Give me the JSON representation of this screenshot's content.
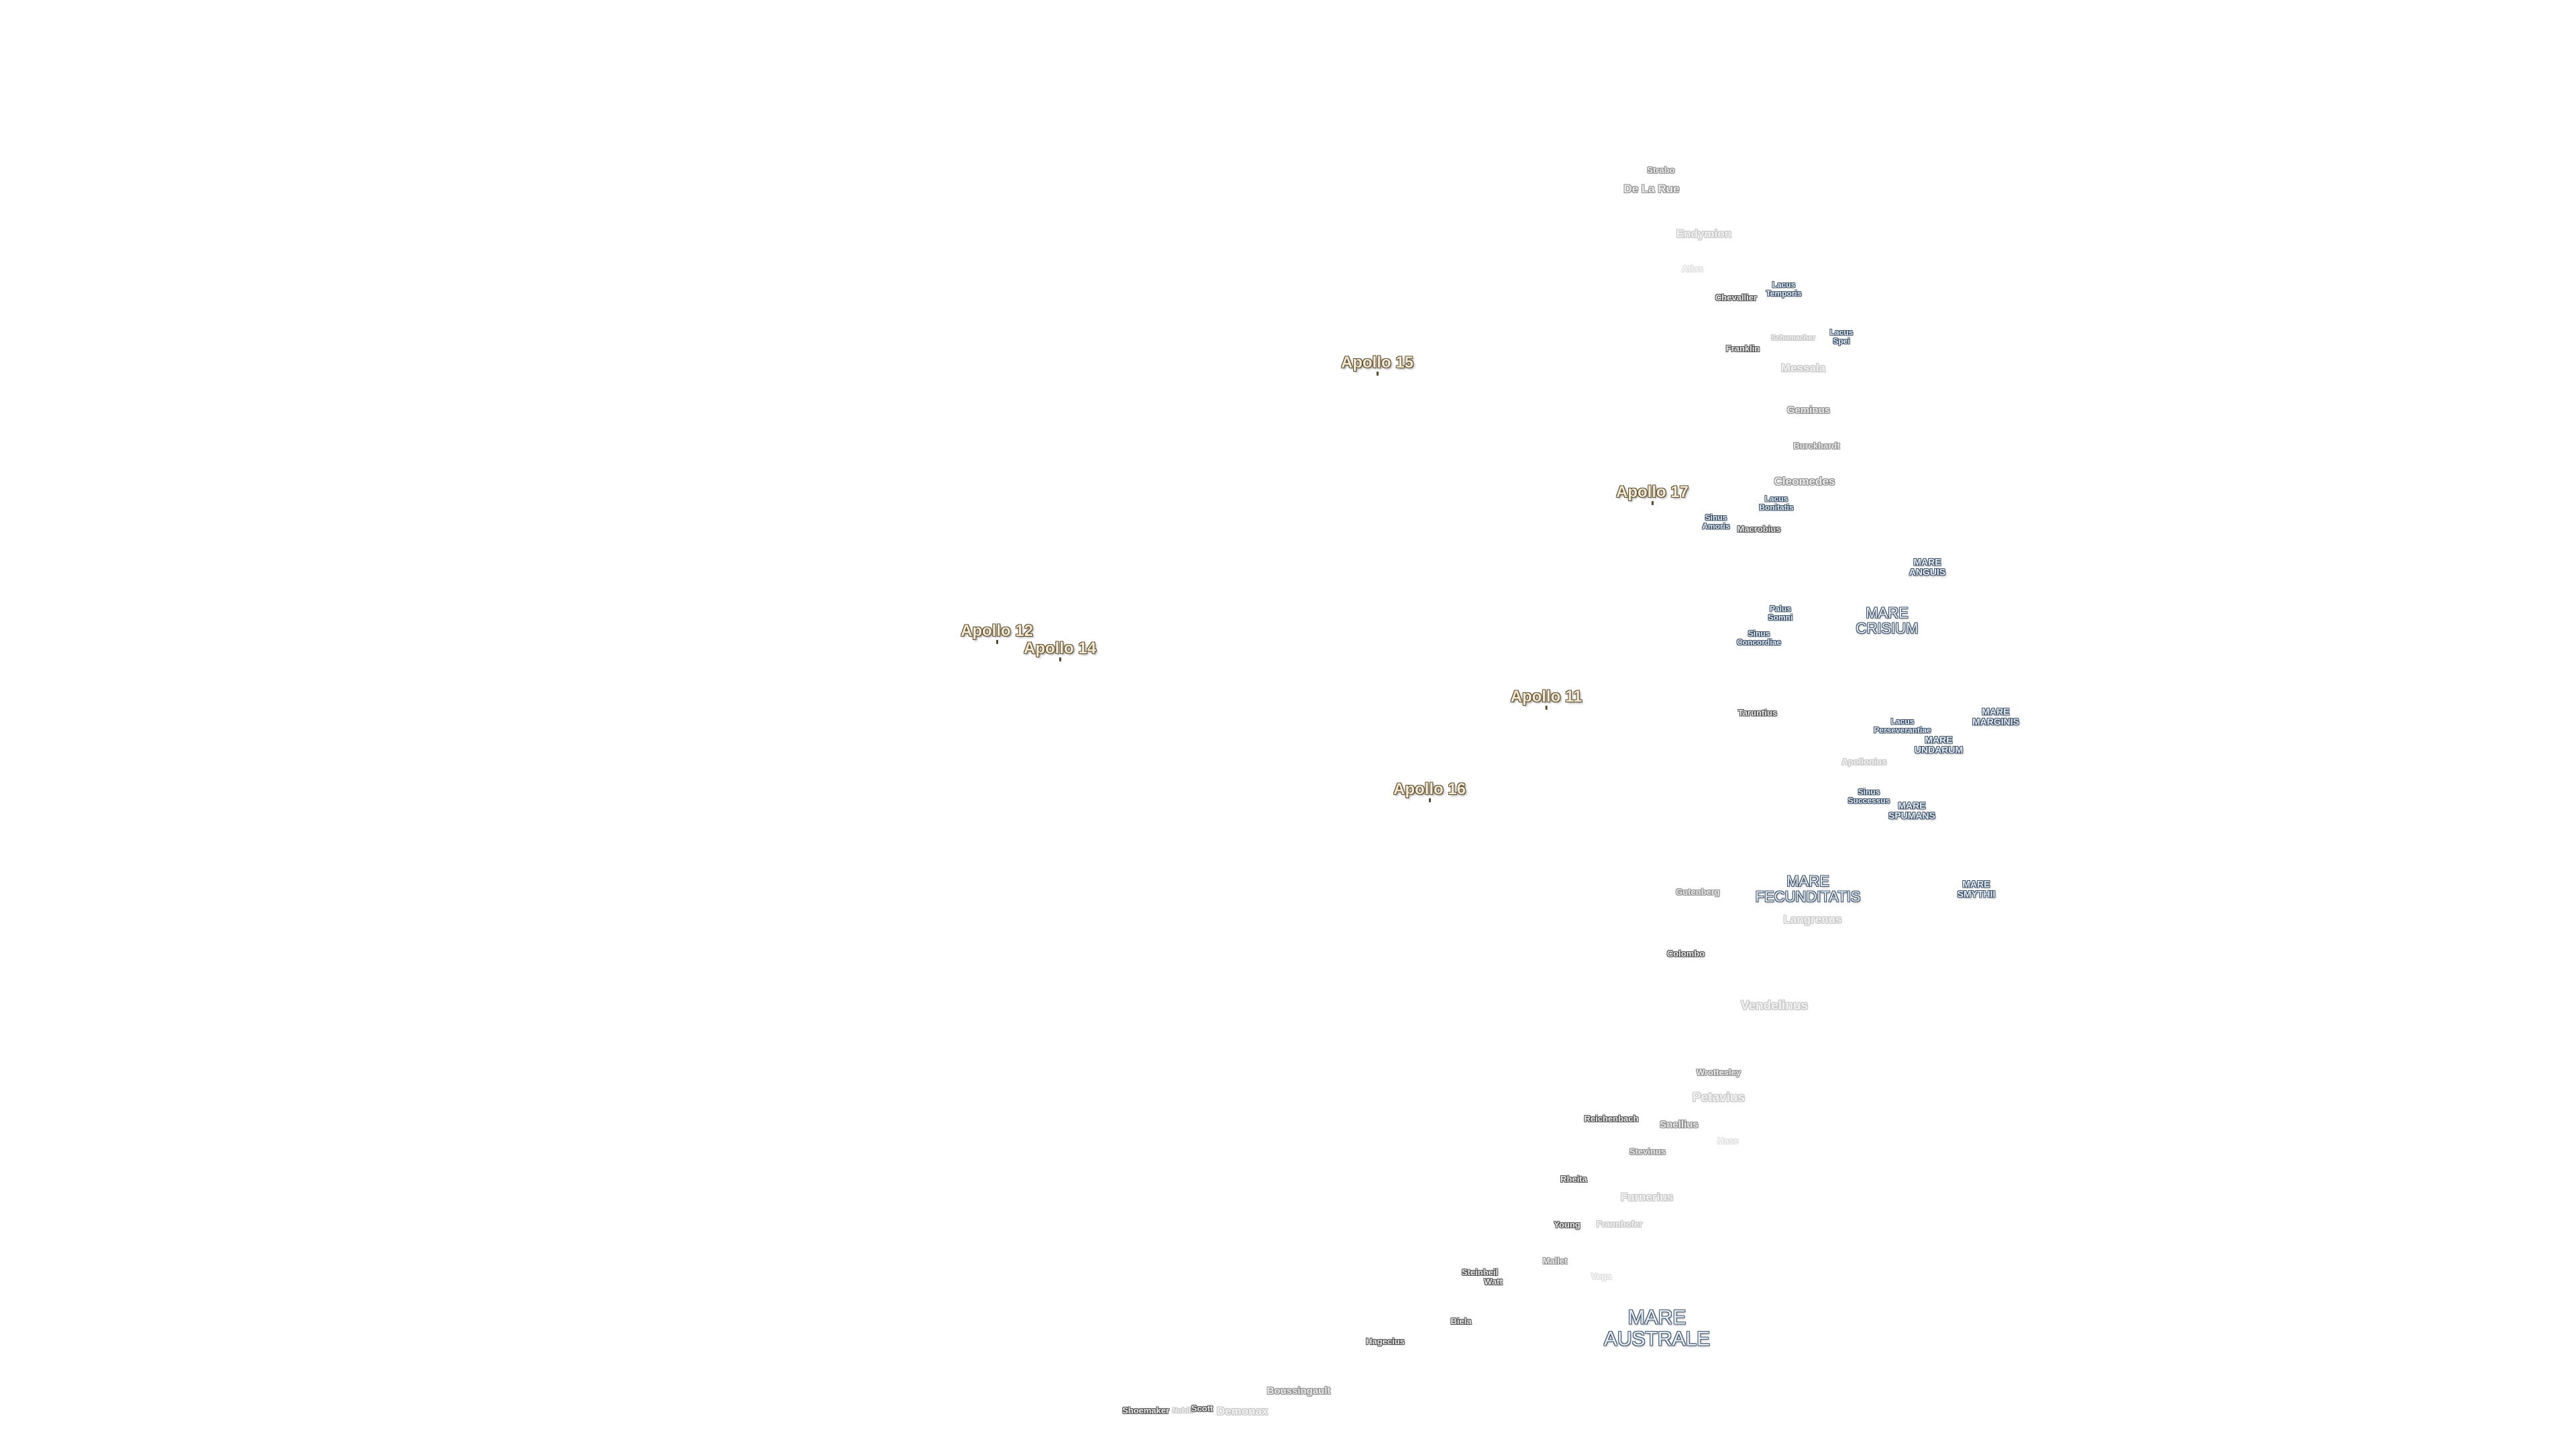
{
  "apollo_sites": [
    {
      "key": "a15",
      "label": "Apollo 15"
    },
    {
      "key": "a17",
      "label": "Apollo 17"
    },
    {
      "key": "a12",
      "label": "Apollo 12"
    },
    {
      "key": "a14",
      "label": "Apollo 14"
    },
    {
      "key": "a11",
      "label": "Apollo 11"
    },
    {
      "key": "a16",
      "label": "Apollo 16"
    }
  ],
  "maria": [
    {
      "key": "crisium",
      "line1": "MARE",
      "line2": "CRISIUM"
    },
    {
      "key": "anguis",
      "line1": "MARE",
      "line2": "ANGUIS"
    },
    {
      "key": "marginis",
      "line1": "MARE",
      "line2": "MARGINIS"
    },
    {
      "key": "undarum",
      "line1": "MARE",
      "line2": "UNDARUM"
    },
    {
      "key": "spumans",
      "line1": "MARE",
      "line2": "SPUMANS"
    },
    {
      "key": "fecunditatis",
      "line1": "MARE",
      "line2": "FECUNDITATIS"
    },
    {
      "key": "smythii",
      "line1": "MARE",
      "line2": "SMYTHII"
    },
    {
      "key": "australe",
      "line1": "MARE",
      "line2": "AUSTRALE"
    }
  ],
  "lakes": [
    {
      "key": "lacus_temporis",
      "line1": "Lacus",
      "line2": "Temporis"
    },
    {
      "key": "lacus_spei",
      "line1": "Lacus",
      "line2": "Spei"
    },
    {
      "key": "lacus_bonitatis",
      "line1": "Lacus",
      "line2": "Bonitatis"
    },
    {
      "key": "sinus_amoris",
      "line1": "Sinus",
      "line2": "Amoris"
    },
    {
      "key": "palus_somni",
      "line1": "Palus",
      "line2": "Somni"
    },
    {
      "key": "sinus_concordiae",
      "line1": "Sinus",
      "line2": "Concordiae"
    },
    {
      "key": "lacus_perseverantiae",
      "line1": "Lacus",
      "line2": "Perseverantiae"
    },
    {
      "key": "sinus_successus",
      "line1": "Sinus",
      "line2": "Successus"
    }
  ],
  "craters": [
    {
      "key": "strabo",
      "label": "Strabo"
    },
    {
      "key": "de_la_rue",
      "label": "De La Rue"
    },
    {
      "key": "endymion",
      "label": "Endymion"
    },
    {
      "key": "atlas",
      "label": "Atlas"
    },
    {
      "key": "chevallier",
      "label": "Chevallier"
    },
    {
      "key": "schumacher",
      "label": "Schumacher"
    },
    {
      "key": "franklin",
      "label": "Franklin"
    },
    {
      "key": "messala",
      "label": "Messala"
    },
    {
      "key": "geminus",
      "label": "Geminus"
    },
    {
      "key": "burckhardt",
      "label": "Burckhardt"
    },
    {
      "key": "cleomedes",
      "label": "Cleomedes"
    },
    {
      "key": "macrobius",
      "label": "Macrobius"
    },
    {
      "key": "taruntius",
      "label": "Taruntius"
    },
    {
      "key": "apollonius",
      "label": "Apollonius"
    },
    {
      "key": "gutenberg",
      "label": "Gutenberg"
    },
    {
      "key": "langrenus",
      "label": "Langrenus"
    },
    {
      "key": "colombo",
      "label": "Colombo"
    },
    {
      "key": "vendelinus",
      "label": "Vendelinus"
    },
    {
      "key": "wrottesley",
      "label": "Wrottesley"
    },
    {
      "key": "petavius",
      "label": "Petavius"
    },
    {
      "key": "reichenbach",
      "label": "Reichenbach"
    },
    {
      "key": "snellius",
      "label": "Snellius"
    },
    {
      "key": "hase",
      "label": "Hase"
    },
    {
      "key": "stevinus",
      "label": "Stevinus"
    },
    {
      "key": "rheita",
      "label": "Rheita"
    },
    {
      "key": "furnerius",
      "label": "Furnerius"
    },
    {
      "key": "young",
      "label": "Young"
    },
    {
      "key": "fraunhofer",
      "label": "Fraunhofer"
    },
    {
      "key": "mallet",
      "label": "Mallet"
    },
    {
      "key": "vega",
      "label": "Vega"
    },
    {
      "key": "steinheil",
      "label": "Steinheil"
    },
    {
      "key": "watt",
      "label": "Watt"
    },
    {
      "key": "biela",
      "label": "Biela"
    },
    {
      "key": "hagecius",
      "label": "Hagecius"
    },
    {
      "key": "boussingault",
      "label": "Boussingault"
    },
    {
      "key": "shoemaker",
      "label": "Shoemaker"
    },
    {
      "key": "nobile",
      "label": "Nobile"
    },
    {
      "key": "scott",
      "label": "Scott"
    },
    {
      "key": "demonax",
      "label": "Demonax"
    }
  ]
}
